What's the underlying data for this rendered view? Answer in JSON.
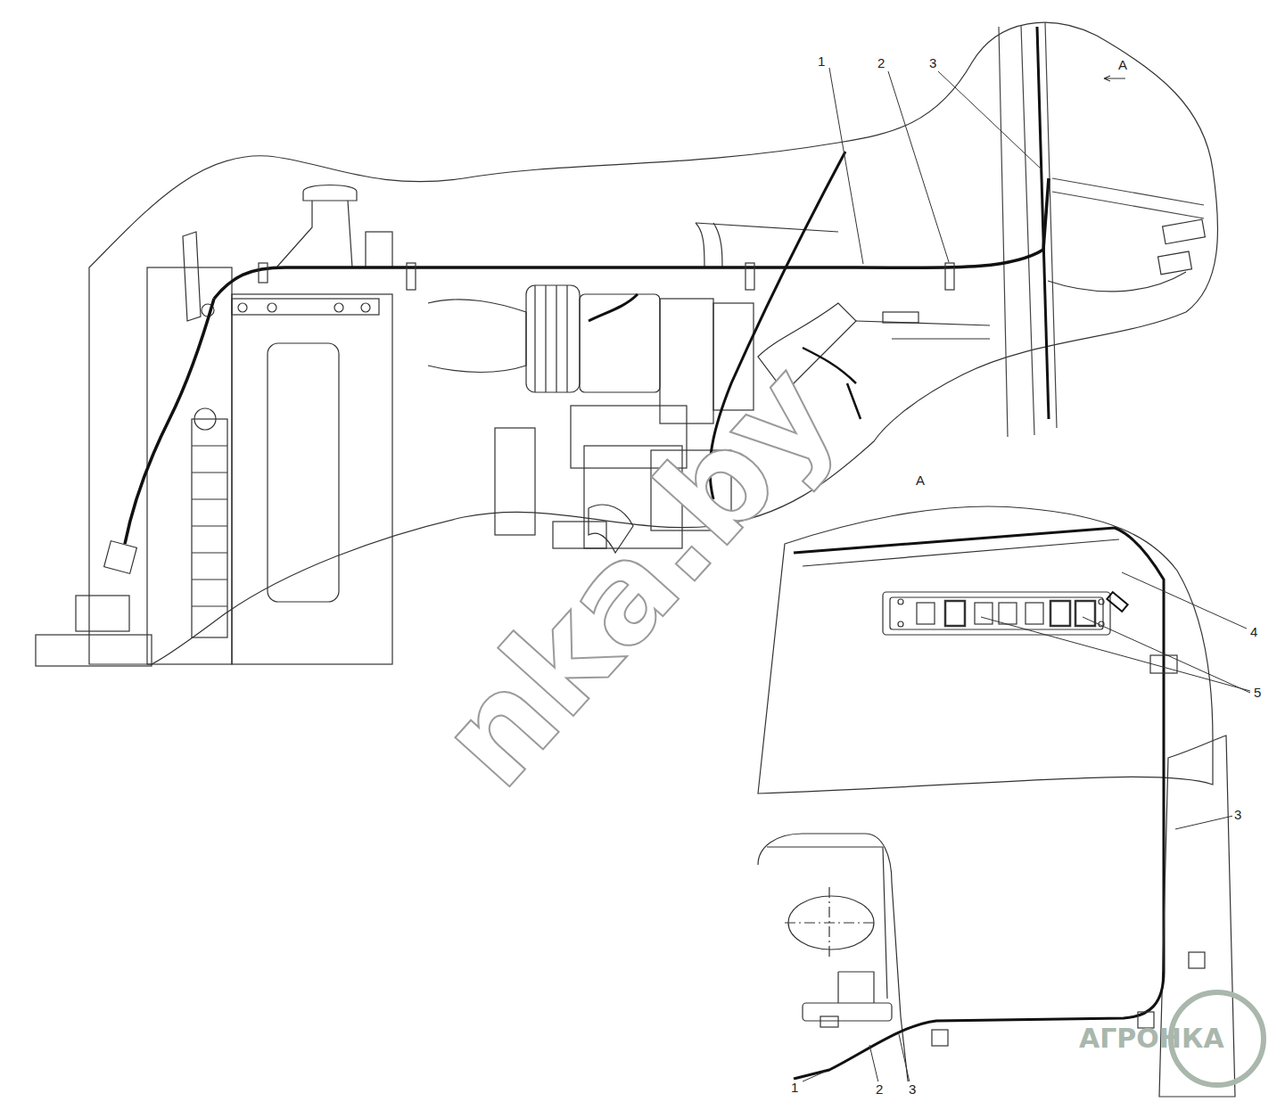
{
  "diagram": {
    "labels": [
      "1",
      "2",
      "3",
      "А",
      "А",
      "4",
      "5",
      "3",
      "1",
      "2",
      "3",
      "nka.by",
      "АГРОНКА"
    ]
  }
}
